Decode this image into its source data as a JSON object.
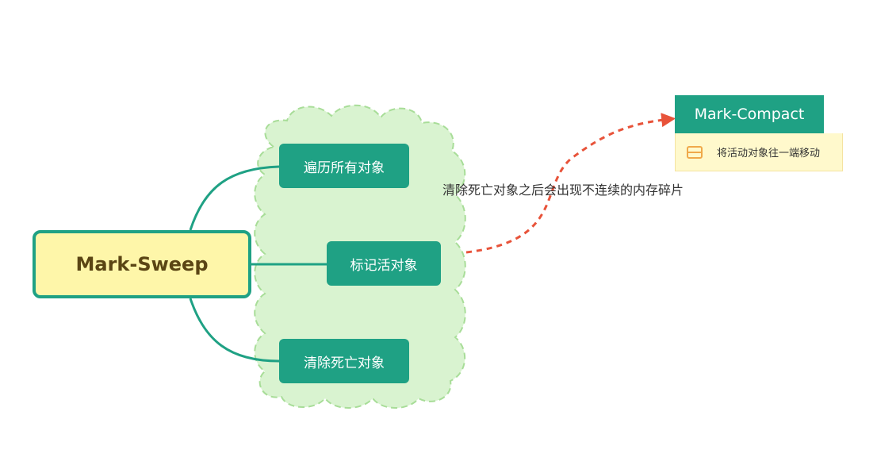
{
  "diagram": {
    "root": {
      "label": "Mark-Sweep"
    },
    "children": [
      {
        "label": "遍历所有对象"
      },
      {
        "label": "标记活对象"
      },
      {
        "label": "清除死亡对象"
      }
    ],
    "related_node": {
      "label": "Mark-Compact",
      "note": "将活动对象往一端移动"
    },
    "relationship": {
      "label": "清除死亡对象之后会出现不连续的内存碎片"
    },
    "colors": {
      "teal": "#1fa184",
      "root_fill": "#fef6a9",
      "root_text": "#5a4514",
      "cloud_fill": "#d9f3d0",
      "cloud_border": "#a8dd98",
      "arrow": "#e8533a",
      "note_fill": "#fff9cc",
      "note_icon": "#f0a94a"
    }
  }
}
